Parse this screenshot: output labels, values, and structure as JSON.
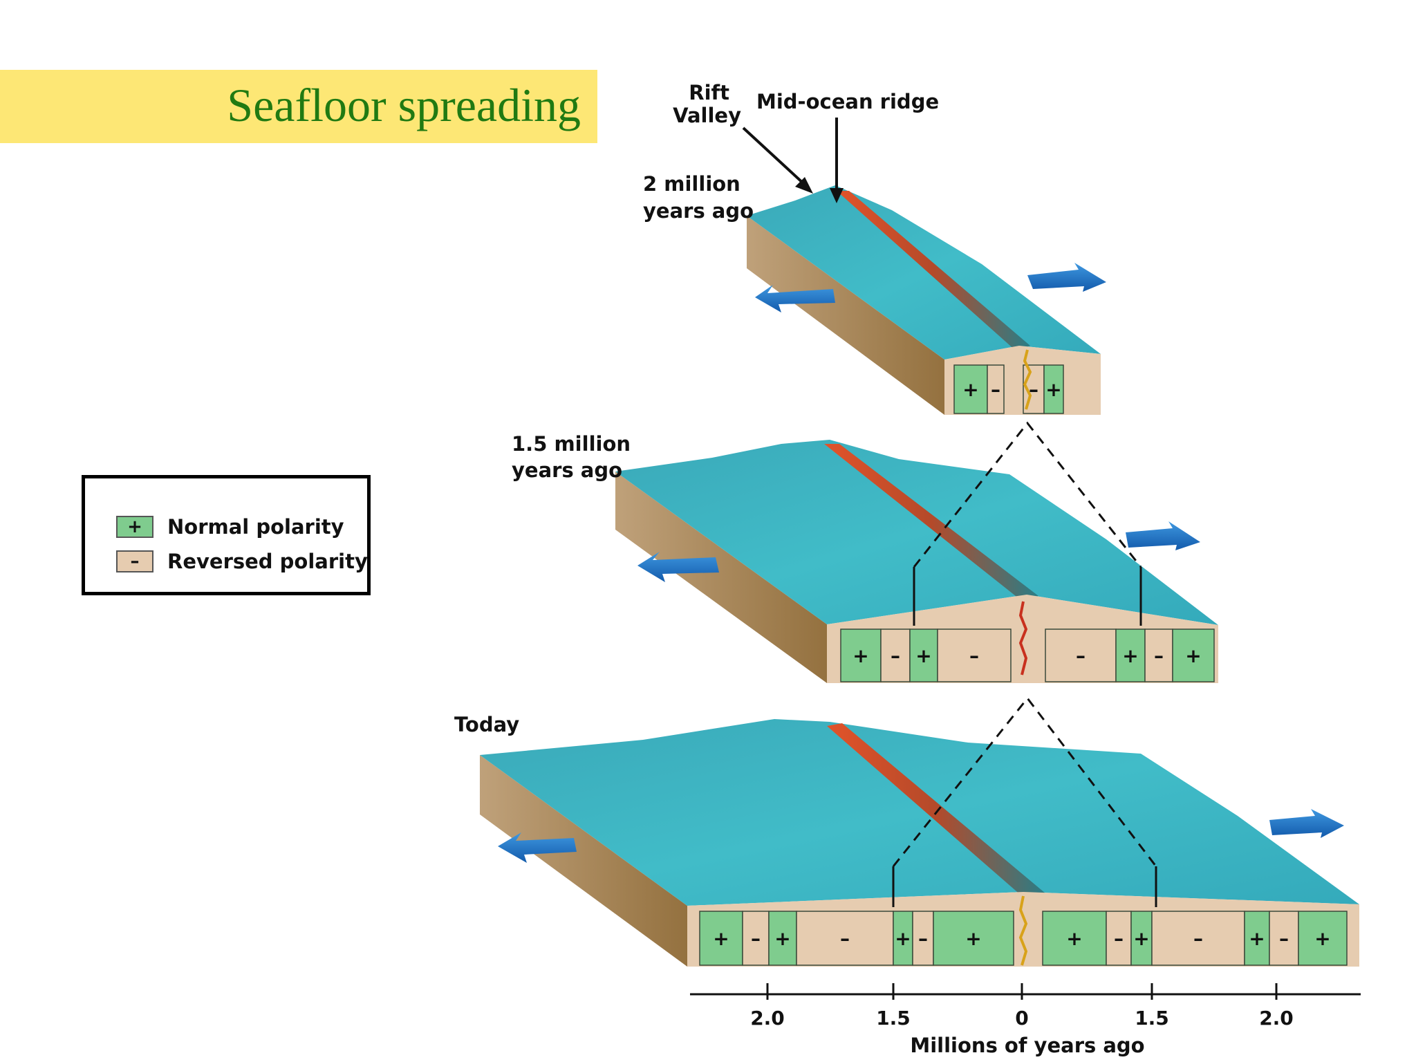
{
  "title": "Seafloor spreading",
  "legend": {
    "normal": {
      "symbol": "+",
      "label": "Normal polarity",
      "color": "#7fcc8e"
    },
    "reversed": {
      "symbol": "–",
      "label": "Reversed polarity",
      "color": "#e6ccb0"
    }
  },
  "labels": {
    "rift_valley_line1": "Rift",
    "rift_valley_line2": "Valley",
    "mid_ocean_ridge": "Mid-ocean ridge",
    "stage1_line1": "2 million",
    "stage1_line2": "years ago",
    "stage2_line1": "1.5 million",
    "stage2_line2": "years ago",
    "stage3": "Today"
  },
  "axis": {
    "title": "Millions of years ago",
    "ticks": [
      "2.0",
      "1.5",
      "0",
      "1.5",
      "2.0"
    ]
  },
  "stripes": {
    "stage1": [
      "+",
      "–",
      "–",
      "+"
    ],
    "stage2": [
      "+",
      "–",
      "+",
      "–",
      "–",
      "+",
      "–",
      "+"
    ],
    "stage3": [
      "+",
      "–",
      "+",
      "–",
      "+",
      "–",
      "+",
      "+",
      "–",
      "+",
      "–",
      "+",
      "–",
      "+"
    ]
  },
  "colors": {
    "ocean": "#3cb7c4",
    "crust_side": "#a88558",
    "magma": "#e2532a",
    "arrow": "#1f73c6",
    "title_band": "#fde775",
    "title_text": "#207a12"
  }
}
